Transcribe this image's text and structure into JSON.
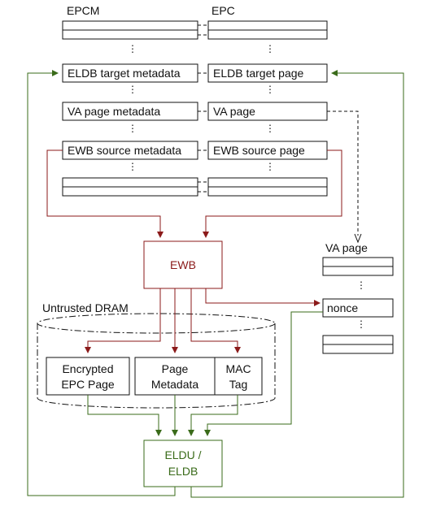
{
  "labels": {
    "epcm": "EPCM",
    "epc": "EPC",
    "eldb_target_metadata": "ELDB target metadata",
    "eldb_target_page": "ELDB target page",
    "va_page_metadata": "VA page metadata",
    "va_page": "VA page",
    "ewb_source_metadata": "EWB source metadata",
    "ewb_source_page": "EWB source page",
    "ewb": "EWB",
    "untrusted_dram": "Untrusted DRAM",
    "va_page_right": "VA page",
    "nonce": "nonce",
    "encrypted_line1": "Encrypted",
    "encrypted_line2": "EPC Page",
    "page_line1": "Page",
    "page_line2": "Metadata",
    "mac_line1": "MAC",
    "mac_line2": "Tag",
    "eldu_line1": "ELDU /",
    "eldu_line2": "ELDB",
    "ellipsis": "⋮"
  },
  "colors": {
    "ewb": "#8b1a1a",
    "eldu": "#3a6b1a",
    "line": "#111111"
  }
}
